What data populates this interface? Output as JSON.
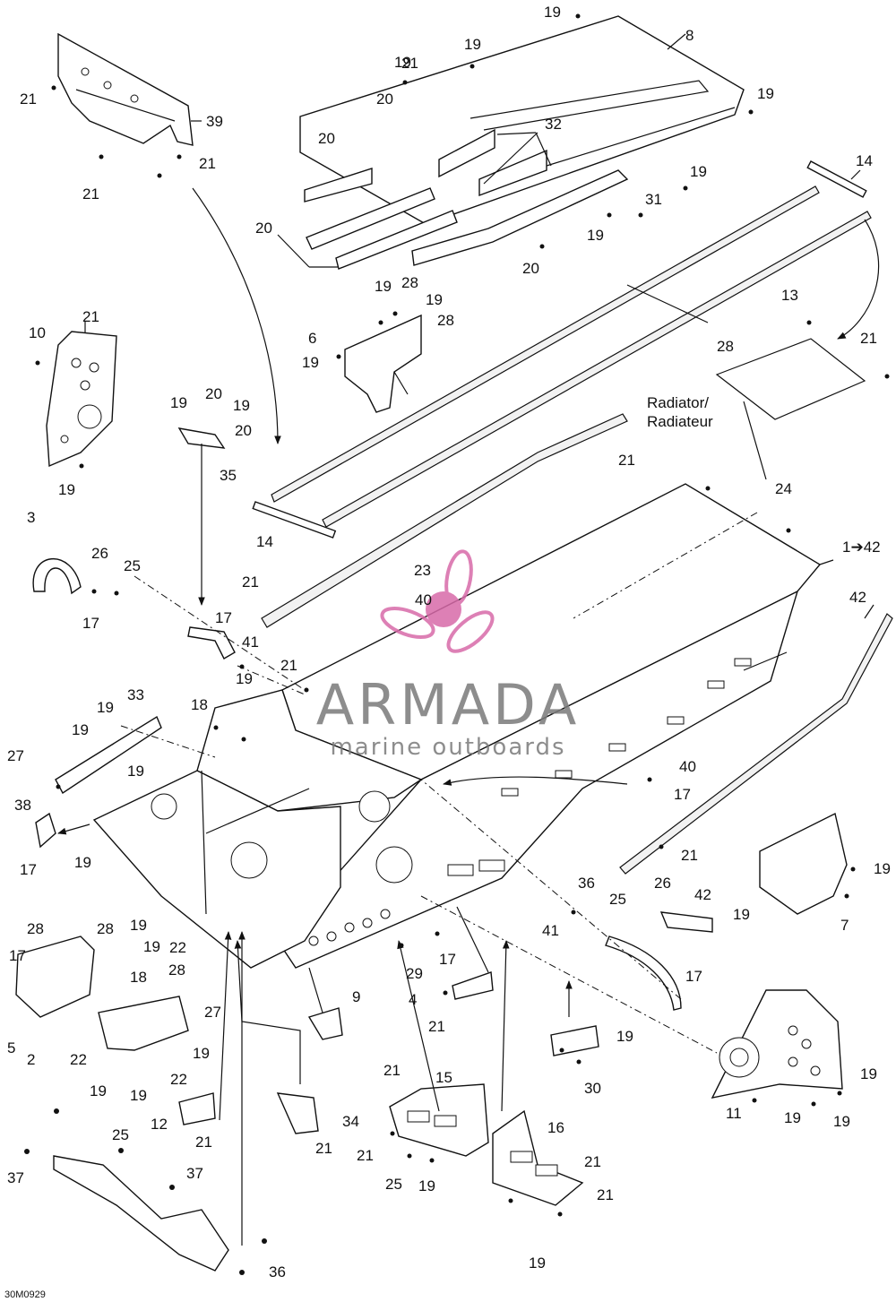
{
  "diagram": {
    "code": "30M0929",
    "radiator_note_line1": "Radiator/",
    "radiator_note_line2": "Radiateur",
    "range_label": "1➔42",
    "callouts": [
      "19",
      "8",
      "19",
      "19",
      "20",
      "19",
      "20",
      "32",
      "19",
      "31",
      "20",
      "19",
      "20",
      "14",
      "21",
      "21",
      "39",
      "21",
      "10",
      "19",
      "19",
      "28",
      "19",
      "28",
      "6",
      "19",
      "28",
      "13",
      "21",
      "21",
      "19",
      "20",
      "19",
      "20",
      "35",
      "21",
      "3",
      "26",
      "25",
      "17",
      "14",
      "21",
      "23",
      "40",
      "17",
      "41",
      "42",
      "24",
      "21",
      "19",
      "18",
      "19",
      "33",
      "19",
      "27",
      "19",
      "38",
      "17",
      "21",
      "40",
      "17",
      "21",
      "19",
      "28",
      "19",
      "28",
      "19",
      "22",
      "28",
      "17",
      "18",
      "27",
      "19",
      "9",
      "5",
      "2",
      "22",
      "19",
      "19",
      "22",
      "12",
      "21",
      "21",
      "15",
      "21",
      "25",
      "19",
      "21",
      "34",
      "19",
      "30",
      "21",
      "16",
      "21",
      "19",
      "25",
      "37",
      "37",
      "36",
      "36",
      "25",
      "26",
      "42",
      "41",
      "17",
      "4",
      "21",
      "29",
      "17",
      "19",
      "11",
      "19",
      "19",
      "19",
      "7",
      "19"
    ]
  },
  "watermark": {
    "brand": "ARMADA",
    "tagline": "marine outboards",
    "accent_color": "#d86aa9"
  }
}
